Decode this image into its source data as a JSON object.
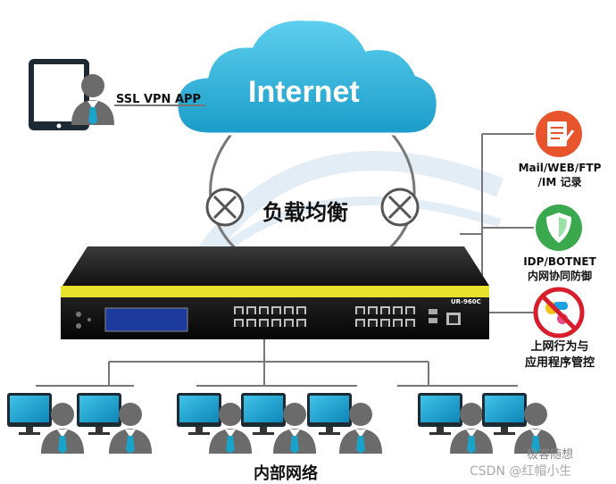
{
  "cloud": {
    "label": "Internet"
  },
  "remote_user": {
    "label": "SSL VPN APP"
  },
  "load_balance": {
    "label": "负载均衡"
  },
  "device": {
    "model": "UR-960C"
  },
  "features": [
    {
      "icon": "document-pen-icon",
      "line1": "Mail/WEB/FTP",
      "line2": "/IM 记录",
      "color": "#e8552c"
    },
    {
      "icon": "shield-icon",
      "line1": "IDP/BOTNET",
      "line2": "内网协同防御",
      "color": "#3aa84d"
    },
    {
      "icon": "blocked-apps-icon",
      "line1": "上网行为与",
      "line2": "应用程序管控",
      "color": "#d81e2c"
    }
  ],
  "lan": {
    "label": "内部网络"
  },
  "watermark": {
    "brand": "极客随想",
    "credit": "CSDN @红帽小生"
  },
  "colors": {
    "cloud": "#29b0d9",
    "user": "#6b6b6b",
    "tie": "#1aa3c9"
  }
}
